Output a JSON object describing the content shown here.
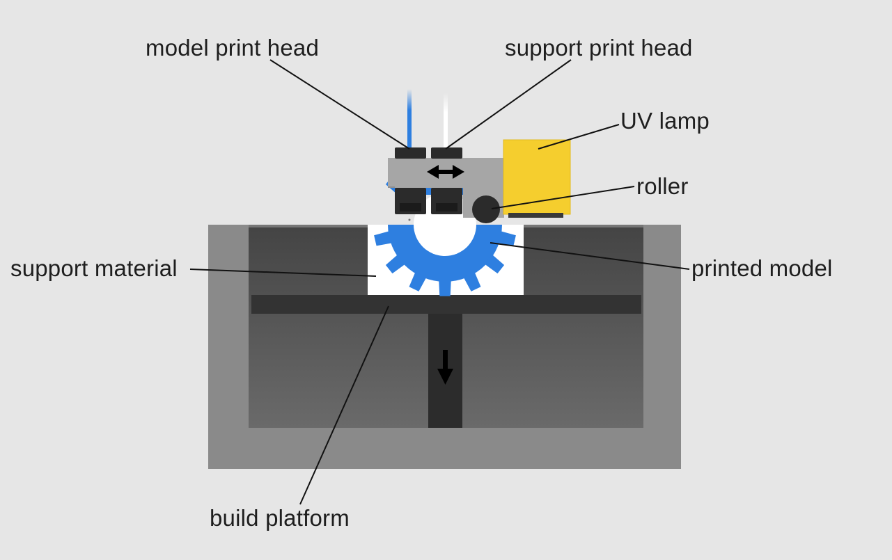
{
  "labels": {
    "model_print_head": "model print head",
    "support_print_head": "support print head",
    "uv_lamp": "UV lamp",
    "roller": "roller",
    "support_material": "support material",
    "printed_model": "printed model",
    "build_platform": "build platform"
  },
  "colors": {
    "background": "#e6e6e6",
    "tank": "#8a8a8a",
    "tank_interior": "#5a5a5a",
    "platform": "#333333",
    "model": "#2e7fe0",
    "support": "#ffffff",
    "uv_lamp": "#f5ce2e",
    "carriage": "#a6a6a6",
    "heads": "#2b2b2b"
  }
}
